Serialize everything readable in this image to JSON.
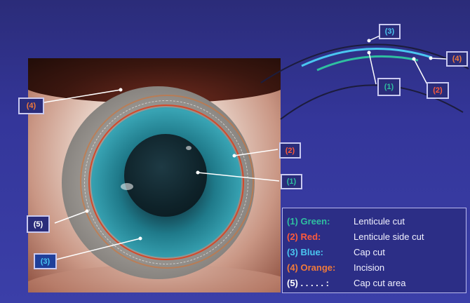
{
  "callouts": {
    "photo_orange": "(4)",
    "photo_red": "(2)",
    "photo_green": "(1)",
    "photo_white": "(5)",
    "photo_blue": "(3)",
    "section_blue": "(3)",
    "section_orange": "(4)",
    "section_green": "(1)",
    "section_red": "(2)"
  },
  "legend": [
    {
      "key": "(1) Green:",
      "text": "Lenticule cut",
      "color": "#2fbfa0"
    },
    {
      "key": "(2) Red:",
      "text": "Lenticule side cut",
      "color": "#ff5a3a"
    },
    {
      "key": "(3) Blue:",
      "text": "Cap cut",
      "color": "#4ac6f0"
    },
    {
      "key": "(4) Orange:",
      "text": "Incision",
      "color": "#f07a3a"
    },
    {
      "key": "(5) . . . . . :",
      "text": "Cap cut area",
      "color": "#ffffff"
    }
  ]
}
